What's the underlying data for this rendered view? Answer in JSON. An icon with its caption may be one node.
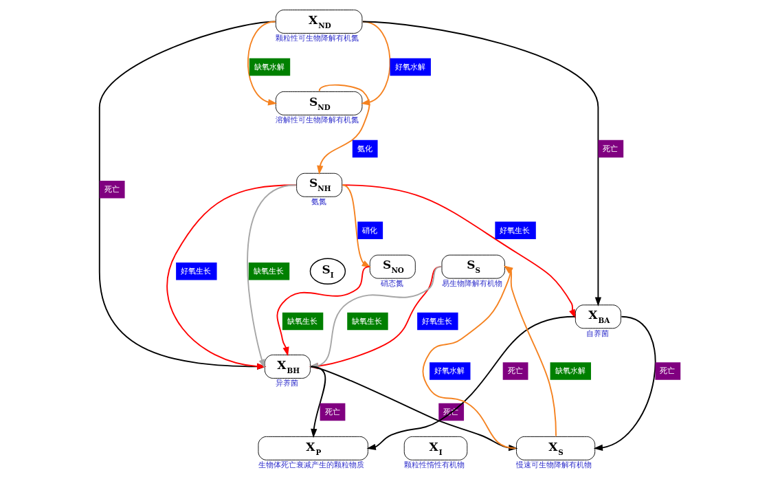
{
  "diagram": {
    "nodes": [
      {
        "text": [
          "S$_{I}$"
        ]
      },
      {
        "text": [
          "S$_{S}$"
        ],
        "beside": [
          "易生物降解有机物"
        ]
      },
      {
        "text": [
          "X$_{BH}$"
        ],
        "beside": [
          "异养菌"
        ]
      },
      {
        "text": [
          "X$_{ND}$"
        ],
        "beside": [
          "颗粒性可生物降解有机氮"
        ]
      },
      {
        "text": [
          "S$_{ND}$"
        ],
        "beside": [
          "溶解性可生物降解有机氮"
        ]
      },
      {
        "text": [
          "S$_{NH}$"
        ],
        "beside": [
          "氨氮"
        ]
      },
      {
        "text": [
          "X$_{BA}$"
        ],
        "beside": [
          "自养菌"
        ]
      },
      {
        "text": [
          "S$_{NO}$"
        ],
        "beside": [
          "硝态氮"
        ]
      },
      {
        "text": [
          "X$_{I}$"
        ],
        "beside": [
          "颗粒性惰性有机物"
        ]
      },
      {
        "text": [
          "X$_{S}$"
        ],
        "beside": [
          "慢速可生物降解有机物"
        ]
      },
      {
        "text": [
          "X$_{P}$"
        ],
        "beside": [
          "生物体死亡衰减产生的颗粒物质"
        ]
      }
    ],
    "edges": [
      {
        "from": 1,
        "to": 2,
        "arrow": "to",
        "label": "好氧生长",
        "color": "#ff0000"
      },
      {
        "from": 1,
        "to": 2,
        "arrow": "to",
        "label": "缺氧生长",
        "color": "#a6a6a6"
      },
      {
        "from": 9,
        "to": 1,
        "arrow": "to",
        "label": "缺氧水解",
        "color": "#f58220"
      },
      {
        "from": 9,
        "to": 1,
        "arrow": "to",
        "label": "好氧水解",
        "color": "#f58220"
      },
      {
        "from": 3,
        "to": 2,
        "arrow": "to",
        "label": "死亡",
        "color": "#000000"
      },
      {
        "from": 3,
        "to": 6,
        "arrow": "to",
        "label": "死亡",
        "color": "#000000"
      },
      {
        "from": 3,
        "to": 4,
        "arrow": "to",
        "label": "好氧水解",
        "color": "#f58220"
      },
      {
        "from": 3,
        "to": 4,
        "arrow": "to",
        "label": "缺氧水解",
        "color": "#f58220"
      },
      {
        "from": 4,
        "to": 5,
        "arrow": "to",
        "label": "氨化",
        "color": "#f58220"
      },
      {
        "from": 5,
        "to": 2,
        "arrow": "to",
        "label": "好氧生长",
        "color": "#ff0000"
      },
      {
        "from": 5,
        "to": 2,
        "arrow": "to",
        "label": "缺氧生长",
        "color": "#a6a6a6"
      },
      {
        "from": 5,
        "to": 6,
        "arrow": "to",
        "label": "好氧生长",
        "color": "#ff0000"
      },
      {
        "from": 5,
        "to": 7,
        "arrow": "to",
        "label": "硝化",
        "color": "#f58220"
      },
      {
        "from": 7,
        "to": 2,
        "arrow": "to",
        "label": "缺氧生长",
        "color": "#ff0000"
      },
      {
        "from": 2,
        "to": 9,
        "arrow": "to",
        "label": "死亡",
        "color": "#000000"
      },
      {
        "from": 2,
        "to": 10,
        "arrow": "to",
        "label": "死亡",
        "color": "#000000"
      },
      {
        "from": 6,
        "to": 10,
        "arrow": "to",
        "label": "死亡",
        "color": "#000000"
      },
      {
        "from": 6,
        "to": 9,
        "arrow": "to",
        "label": "死亡",
        "color": "#000000"
      }
    ]
  }
}
